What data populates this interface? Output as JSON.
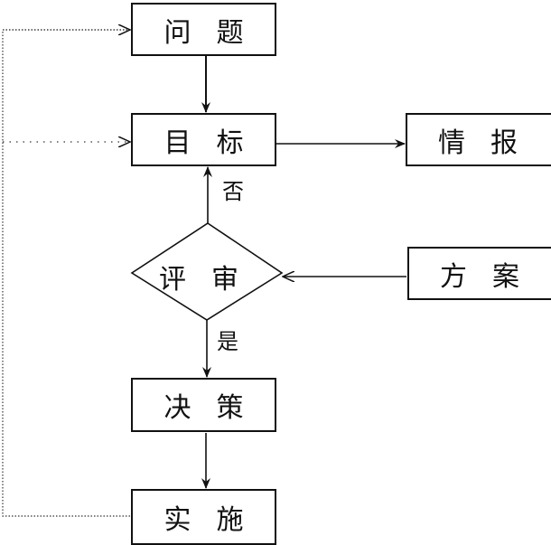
{
  "diagram": {
    "nodes": {
      "problem": {
        "label": "问题"
      },
      "goal": {
        "label": "目标"
      },
      "intel": {
        "label": "情报"
      },
      "review": {
        "label": "评审"
      },
      "plan": {
        "label": "方案"
      },
      "decision": {
        "label": "决策"
      },
      "implement": {
        "label": "实施"
      }
    },
    "edges": {
      "no_label": "否",
      "yes_label": "是"
    },
    "colors": {
      "stroke": "#111111",
      "background": "#ffffff"
    }
  }
}
